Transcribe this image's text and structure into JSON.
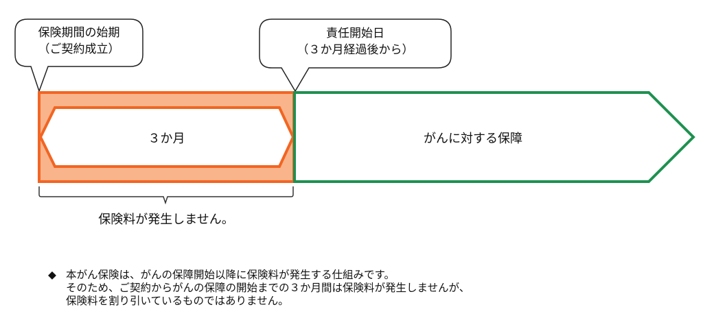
{
  "callouts": {
    "start": {
      "line1": "保険期間の始期",
      "line2": "（ご契約成立）"
    },
    "coverage_start": {
      "line1": "責任開始日",
      "line2": "（３か月経過後から）"
    }
  },
  "periods": {
    "waiting": {
      "label": "３か月",
      "color": "#f26522",
      "fill": "#f9b48c"
    },
    "coverage": {
      "label": "がんに対する保障",
      "color": "#1e9150"
    }
  },
  "bracket_label": "保険料が発生しません。",
  "note": {
    "bullet": "◆",
    "lines": [
      "本がん保険は、がんの保障開始以降に保険料が発生する仕組みです。",
      "そのため、ご契約からがんの保障の開始までの３か月間は保険料が発生しませんが、",
      "保険料を割り引いているものではありません。"
    ]
  }
}
